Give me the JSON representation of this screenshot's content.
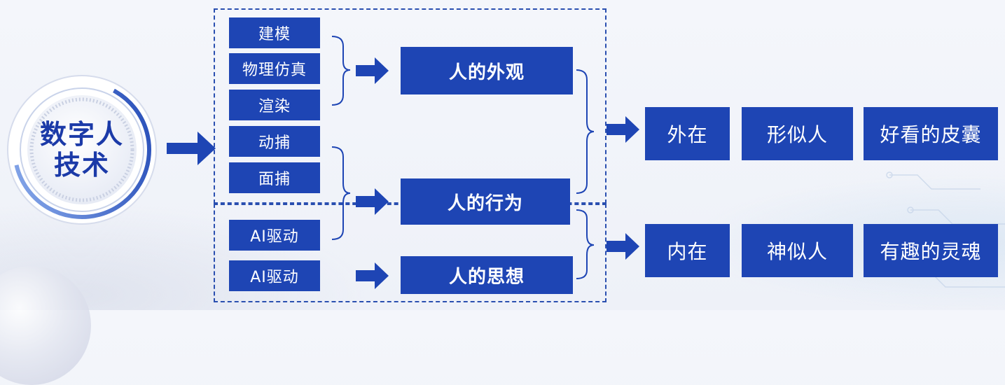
{
  "center": {
    "line1": "数字人",
    "line2": "技术"
  },
  "techniques": [
    "建模",
    "物理仿真",
    "渲染",
    "动捕",
    "面捕",
    "AI驱动",
    "AI驱动"
  ],
  "aspects": [
    "人的外观",
    "人的行为",
    "人的思想"
  ],
  "outcomes": [
    {
      "label": "外在",
      "likeness": "形似人",
      "metaphor": "好看的皮囊"
    },
    {
      "label": "内在",
      "likeness": "神似人",
      "metaphor": "有趣的灵魂"
    }
  ],
  "colors": {
    "box": "#1e45b4",
    "accent": "#2a4fb0",
    "title": "#1b3aa8"
  }
}
